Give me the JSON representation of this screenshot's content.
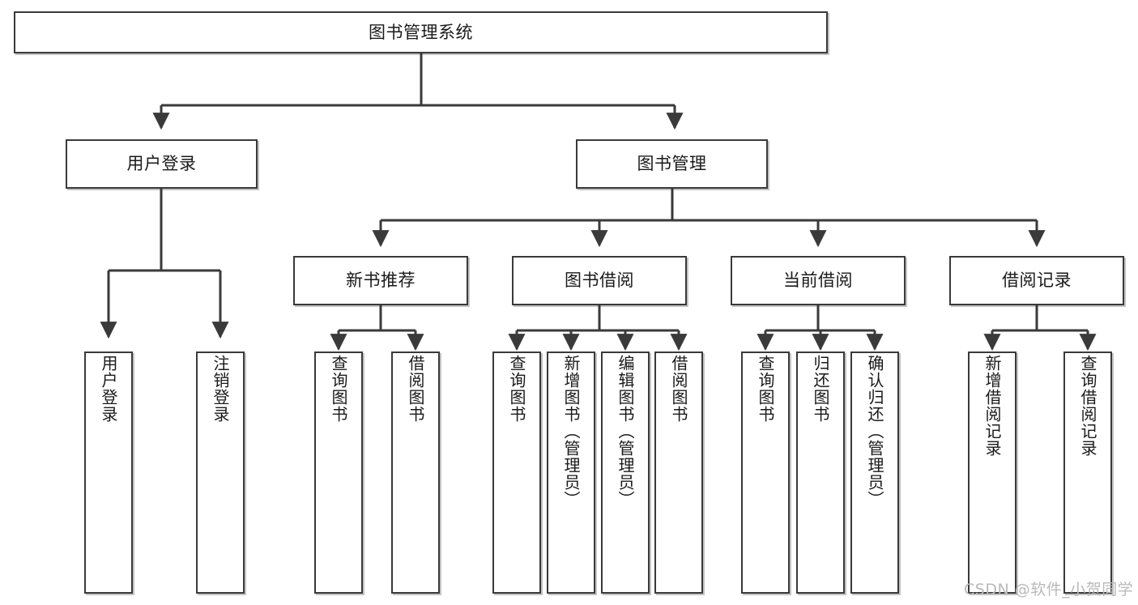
{
  "diagram": {
    "title": "图书管理系统",
    "type": "tree",
    "watermark": "CSDN @软件_小贺同学",
    "colors": {
      "box_border": "#3a3a3a",
      "box_fill": "#ffffff",
      "edge": "#3a3a3a",
      "text": "#1a1a1a",
      "watermark": "#b9b9b9",
      "background": "#ffffff"
    },
    "root": {
      "label": "图书管理系统"
    },
    "level1": [
      {
        "label": "用户登录"
      },
      {
        "label": "图书管理"
      }
    ],
    "level2": [
      {
        "label": "新书推荐"
      },
      {
        "label": "图书借阅"
      },
      {
        "label": "当前借阅"
      },
      {
        "label": "借阅记录"
      }
    ],
    "leaves": {
      "user_login": [
        {
          "label": "用户登录"
        },
        {
          "label": "注销登录"
        }
      ],
      "new_book_recommend": [
        {
          "label": "查询图书"
        },
        {
          "label": "借阅图书"
        }
      ],
      "book_borrow": [
        {
          "label": "查询图书"
        },
        {
          "label": "新增图书（管理员）"
        },
        {
          "label": "编辑图书（管理员）"
        },
        {
          "label": "借阅图书"
        }
      ],
      "current_borrow": [
        {
          "label": "查询图书"
        },
        {
          "label": "归还图书"
        },
        {
          "label": "确认归还（管理员）"
        }
      ],
      "borrow_record": [
        {
          "label": "新增借阅记录"
        },
        {
          "label": "查询借阅记录"
        }
      ]
    }
  }
}
